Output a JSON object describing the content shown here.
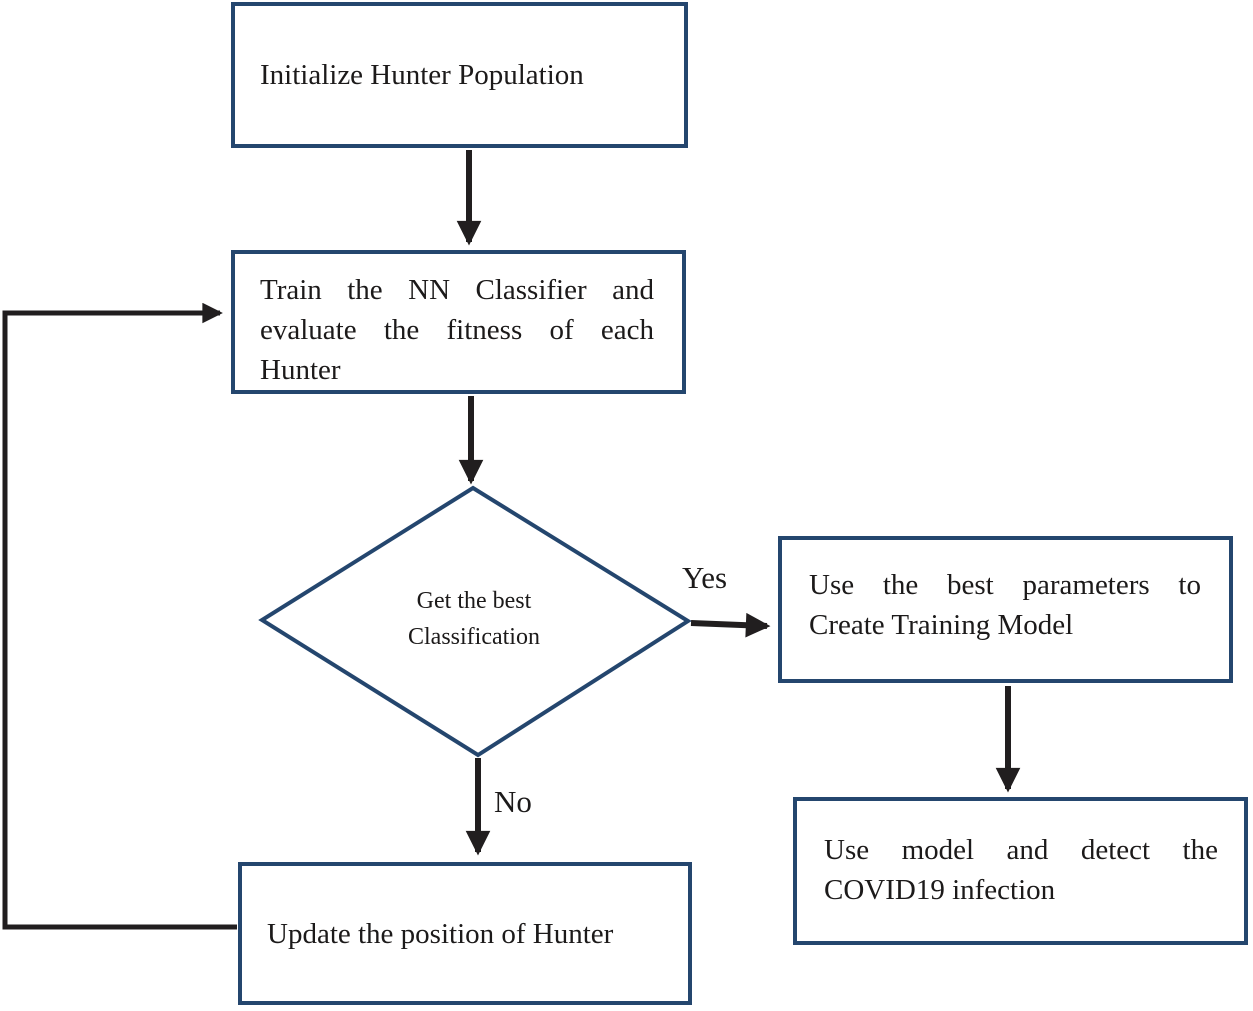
{
  "colors": {
    "border": "#24466e",
    "arrow": "#211e1f",
    "text": "#1c1a1a",
    "background": "#ffffff"
  },
  "nodes": {
    "initialize": {
      "label": "Initialize Hunter Population"
    },
    "train": {
      "lines": [
        "Train the NN Classifier and",
        "evaluate the fitness of each",
        "Hunter"
      ]
    },
    "decision": {
      "lines": [
        "Get the best",
        "Classification"
      ]
    },
    "use_params": {
      "lines": [
        "Use the best parameters to",
        "Create Training Model"
      ]
    },
    "use_model": {
      "lines": [
        "Use model and detect the",
        "COVID19 infection"
      ]
    },
    "update": {
      "label": "Update the position of Hunter"
    }
  },
  "edge_labels": {
    "yes": "Yes",
    "no": "No"
  }
}
